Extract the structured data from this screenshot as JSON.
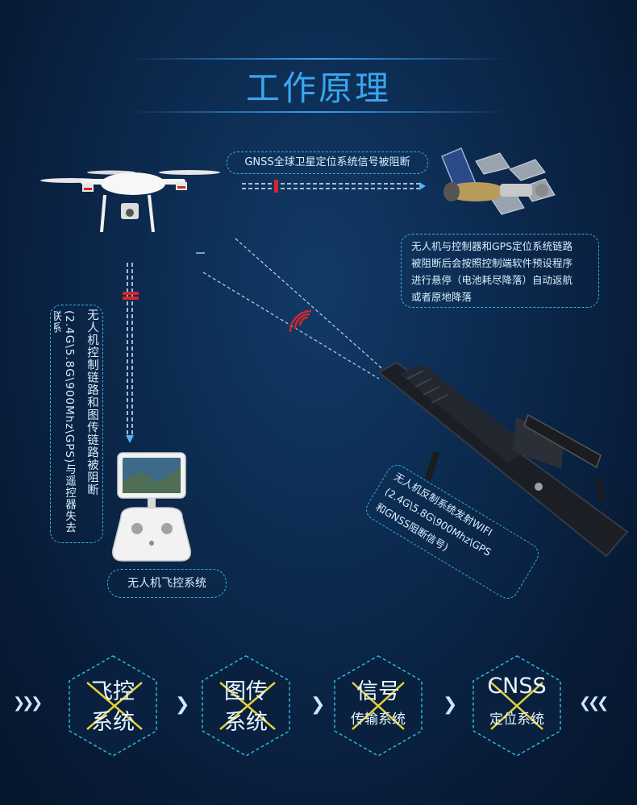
{
  "title": "工作原理",
  "gnss_label": "GNSS全球卫星定位系统信号被阻断",
  "gps_note": [
    "无人机与控制器和GPS定位系统链路",
    "被阻断后会按照控制端软件预设程序",
    "进行悬停（电池耗尽降落）自动返航",
    "或者原地降落"
  ],
  "link_note_col1": "无人机控制链路和图传链路被阻断",
  "link_note_col2": "(2.4G\\5.8G\\900Mhz\\GPS)与遥控器失去联系",
  "flight_control_label": "无人机飞控系统",
  "jammer_note": [
    "无人机反制系统发射WIFI",
    "(2.4G\\5.8G\\900Mhz\\GPS",
    "和GNSS阻断信号)"
  ],
  "systems": [
    {
      "line1": "飞控",
      "line2": "系统"
    },
    {
      "line1": "图传",
      "line2": "系统"
    },
    {
      "line1": "信号",
      "line2": "传输系统"
    },
    {
      "line1": "CNSS",
      "line2": "定位系统"
    }
  ],
  "colors": {
    "accent": "#39a6ee",
    "dash": "#2fb6de",
    "block_red": "#d2262d",
    "cross": "#e3d23a"
  }
}
